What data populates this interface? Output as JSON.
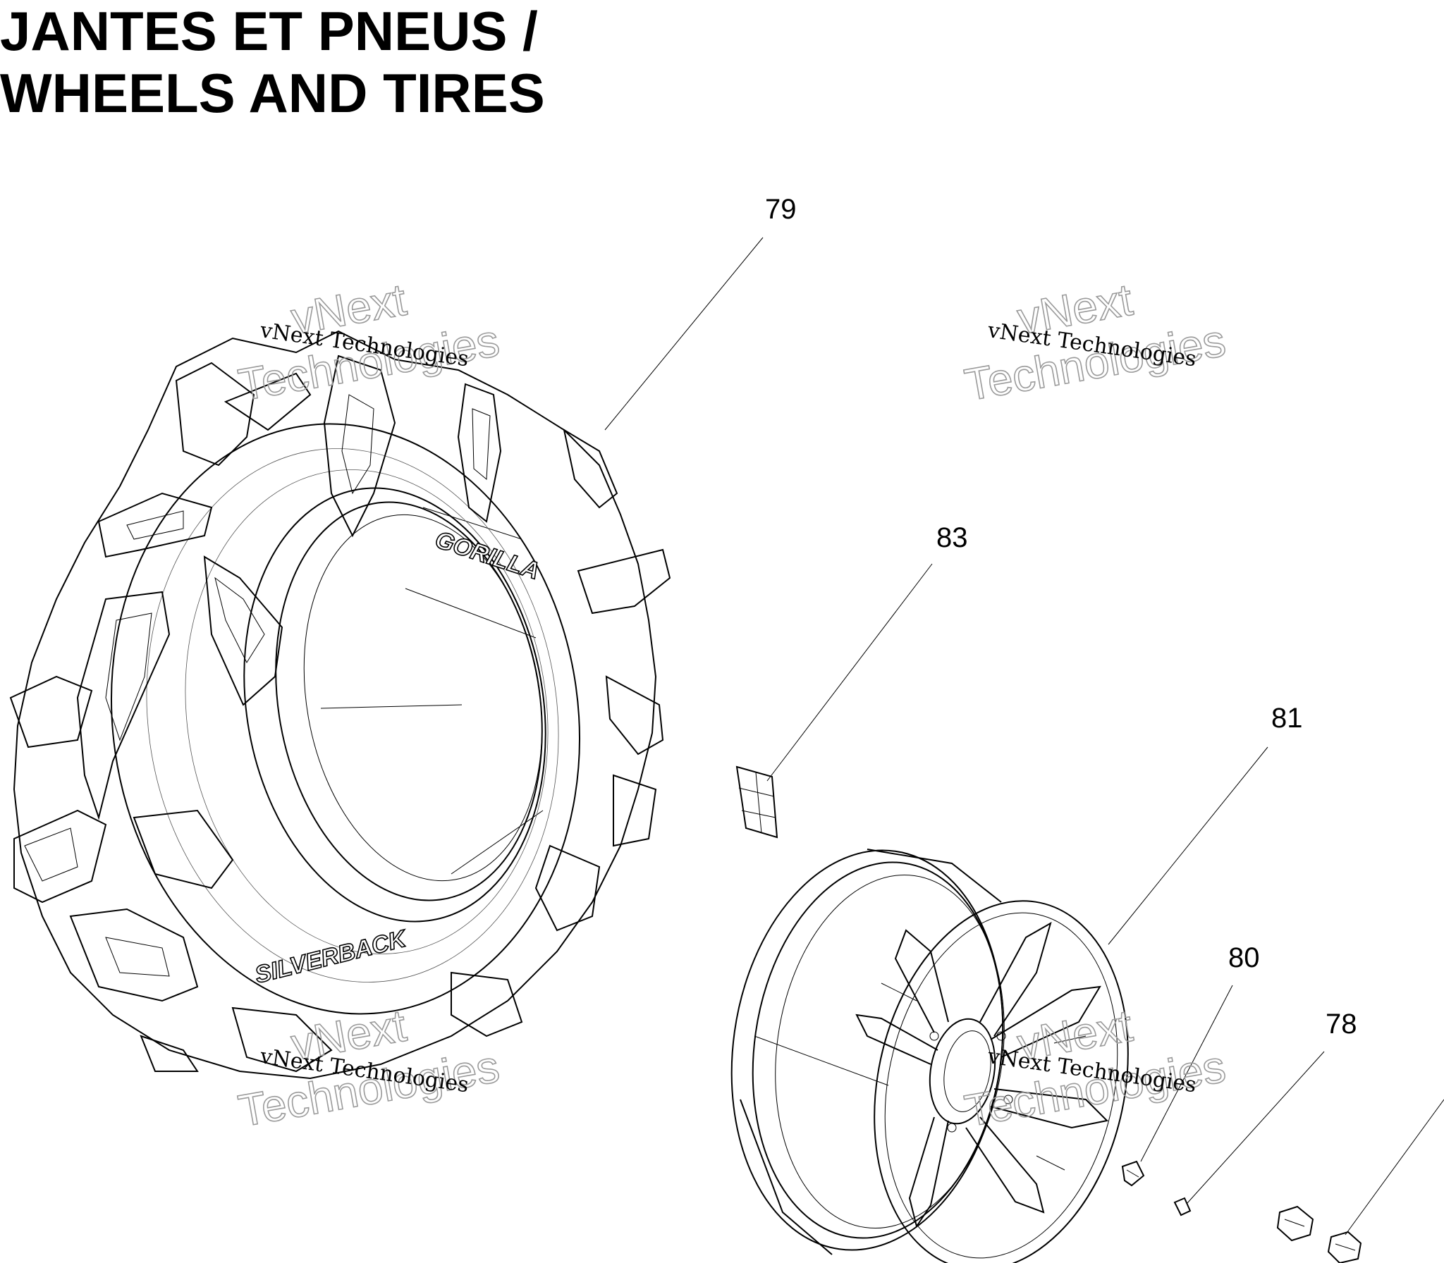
{
  "title": {
    "line1": "JANTES ET PNEUS /",
    "line2": "WHEELS AND TIRES"
  },
  "callouts": {
    "tire": "79",
    "label": "83",
    "rim": "81",
    "valve": "80",
    "valve_cap": "78"
  },
  "tire_markings": {
    "upper": "GORILLA",
    "lower": "SILVERBACK"
  },
  "watermark": {
    "small": "vNext Technologies",
    "large_line1": "vNext",
    "large_line2": "Technologies"
  }
}
